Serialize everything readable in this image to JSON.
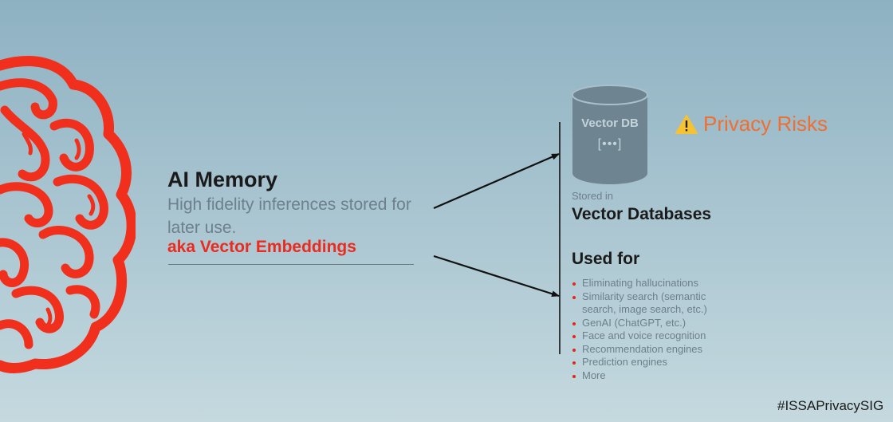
{
  "left": {
    "title": "AI Memory",
    "description": "High fidelity inferences stored for later use.",
    "aka": "aka Vector Embeddings"
  },
  "database": {
    "label": "Vector DB",
    "symbol": "[•••]",
    "stored_in": "Stored in",
    "name": "Vector Databases"
  },
  "privacy": {
    "icon": "warning-icon",
    "label": "Privacy Risks"
  },
  "uses": {
    "title": "Used for",
    "items": [
      "Eliminating hallucinations",
      "Similarity search (semantic search, image search, etc.)",
      "GenAI (ChatGPT, etc.)",
      "Face and voice recognition",
      "Recommendation engines",
      "Prediction engines",
      "More"
    ]
  },
  "footer": {
    "hashtag": "#ISSAPrivacySIG"
  },
  "colors": {
    "accent_red": "#ea2b1f",
    "brain": "#f0301c",
    "privacy_orange": "#ee6f34",
    "db_gray": "#6e8491"
  }
}
